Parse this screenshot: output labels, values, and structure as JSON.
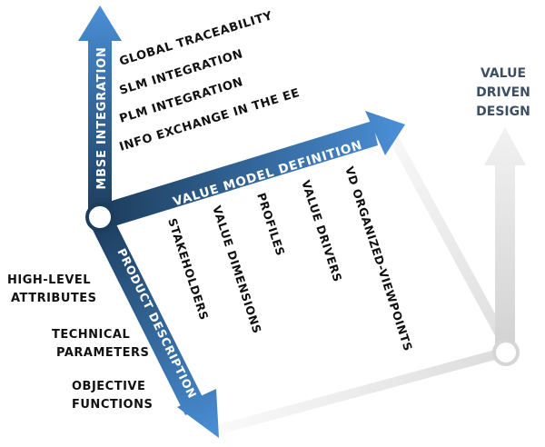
{
  "mbse_integration": {
    "axis_label": "MBSE INTEGRATION",
    "items": [
      "GLOBAL TRACEABILITY",
      "SLM INTEGRATION",
      "PLM INTEGRATION",
      "INFO EXCHANGE IN THE EE"
    ]
  },
  "value_model_definition": {
    "axis_label": "VALUE MODEL DEFINITION",
    "items": [
      "VD ORGANIZED-VIEWPOINTS",
      "VALUE DRIVERS",
      "PROFILES",
      "VALUE DIMENSIONS",
      "STAKEHOLDERS"
    ]
  },
  "product_description": {
    "axis_label": "PRODUCT DESCRIPTION",
    "items": [
      {
        "line1": "HIGH-LEVEL",
        "line2": "ATTRIBUTES"
      },
      {
        "line1": "TECHNICAL",
        "line2": "PARAMETERS"
      },
      {
        "line1": "OBJECTIVE",
        "line2": "FUNCTIONS"
      }
    ]
  },
  "value_driven_design": {
    "lines": [
      "VALUE",
      "DRIVEN",
      "DESIGN"
    ]
  },
  "colors": {
    "arrow_dark": "#1c3d5c",
    "arrow_light": "#4a8fd6",
    "faded_grey": "#e4e4e4"
  }
}
